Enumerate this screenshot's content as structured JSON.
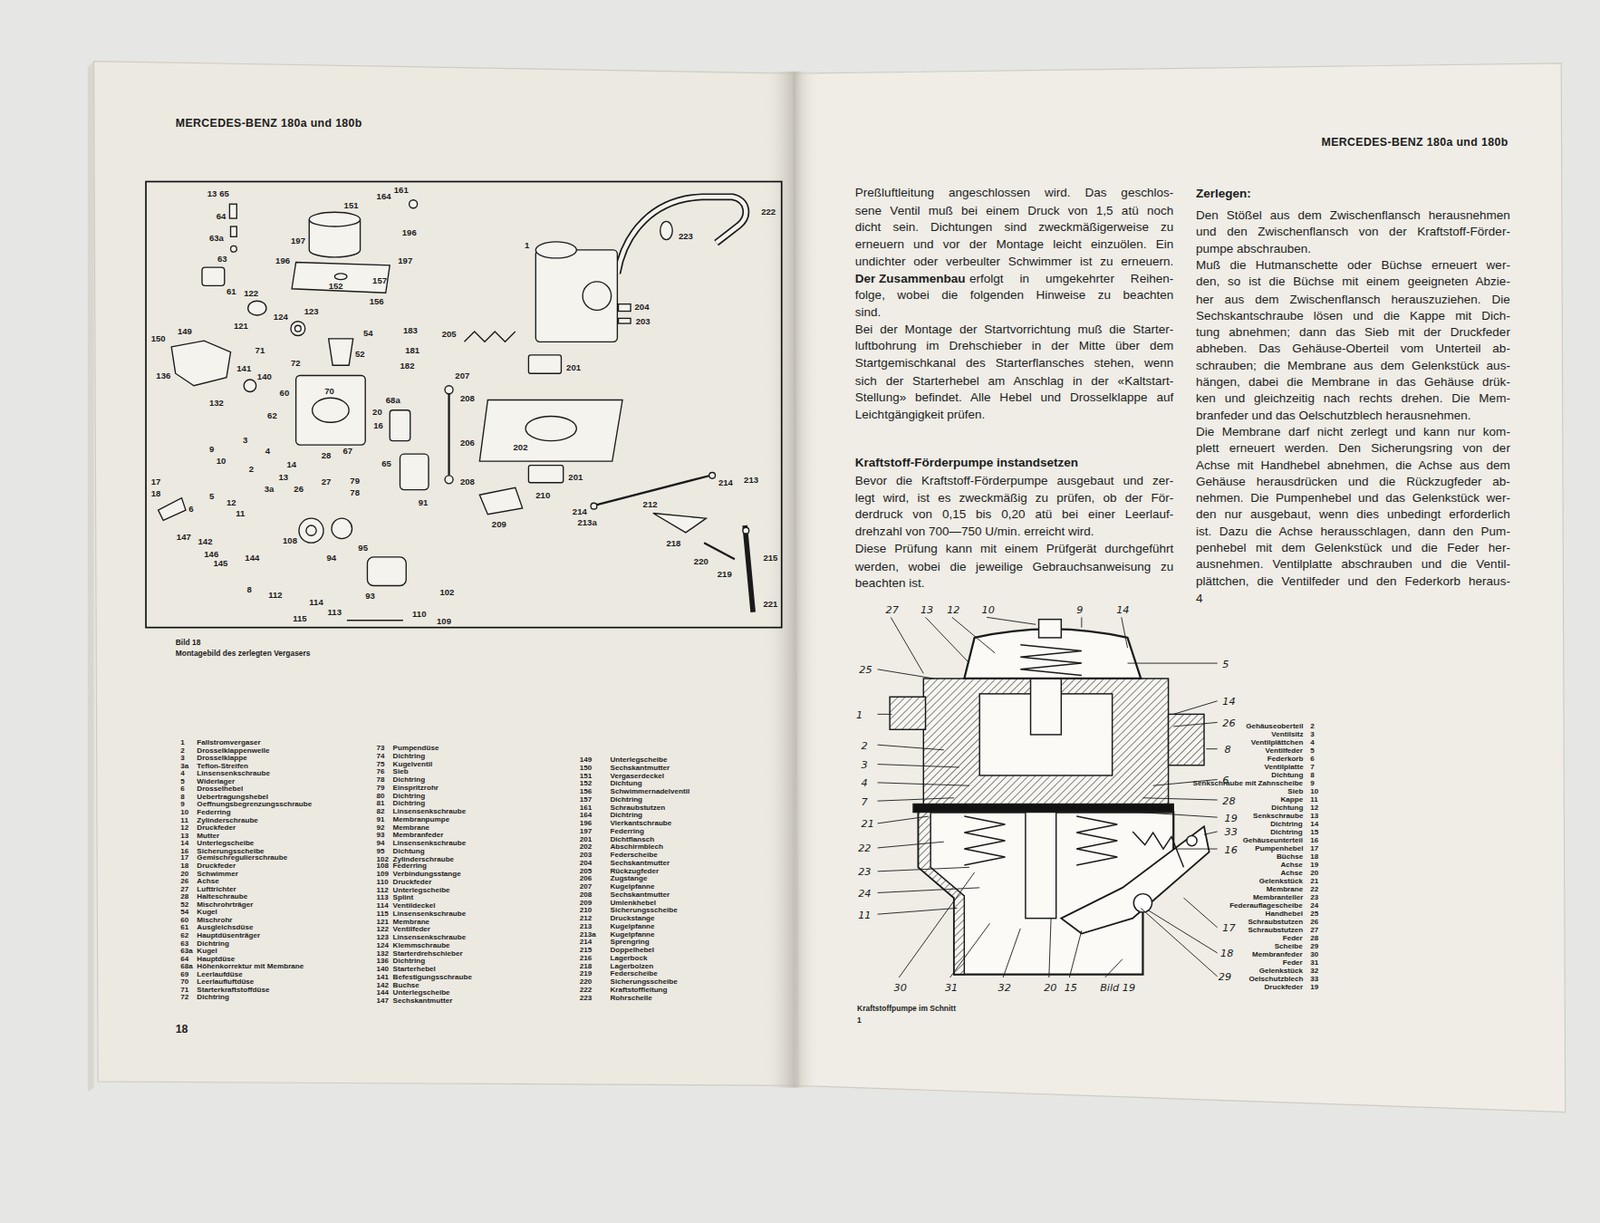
{
  "diagram": {
    "labels": [
      "MERCEDES-BENZ 180a und 180b",
      "13",
      "65",
      "64",
      "63a",
      "63",
      "61",
      "122",
      "121",
      "124",
      "123",
      "150",
      "149",
      "136",
      "141",
      "132",
      "140",
      "151",
      "164",
      "161",
      "197",
      "196",
      "196",
      "197",
      "152",
      "157",
      "156",
      "54",
      "71",
      "72",
      "52",
      "183",
      "181",
      "182",
      "70",
      "60",
      "20",
      "62",
      "16",
      "68a",
      "9",
      "10",
      "3",
      "4",
      "28",
      "67",
      "65",
      "14",
      "13",
      "2",
      "3a",
      "26",
      "27",
      "79",
      "78",
      "91",
      "17",
      "18",
      "6",
      "5",
      "12",
      "11",
      "147",
      "142",
      "146",
      "145",
      "144",
      "108",
      "94",
      "95",
      "93",
      "102",
      "8",
      "112",
      "115",
      "114",
      "113",
      "110",
      "109",
      "1",
      "222",
      "223",
      "204",
      "203",
      "205",
      "201",
      "207",
      "208",
      "206",
      "202",
      "201",
      "208",
      "210",
      "209",
      "214",
      "213a",
      "212",
      "214",
      "213",
      "218",
      "220",
      "219",
      "215",
      "221",
      "Bild 18",
      "Montagebild des zerlegten Vergasers",
      "1",
      "Fallstromvergaser",
      "2",
      "Drosselklappenwelle",
      "3",
      "Drosselklappe",
      "3a",
      "Teflon-Streifen",
      "4",
      "Linsensenkschraube",
      "5",
      "Widerlager",
      "6",
      "Drosselhebel",
      "8",
      "Uebertragungshebel",
      "9",
      "Oeffnungsbegrenzungsschraube",
      "10",
      "Federring",
      "11",
      "Zylinderschraube",
      "12",
      "Druckfeder",
      "13",
      "Mutter",
      "14",
      "Unterlegscheibe",
      "16",
      "Sicherungsscheibe",
      "17",
      "Gemischregulierschraube",
      "18",
      "Druckfeder",
      "20",
      "Schwimmer",
      "26",
      "Achse",
      "27",
      "Lufttrichter",
      "28",
      "Halteschraube",
      "52",
      "Mischrohrträger",
      "54",
      "Kugel",
      "60",
      "Mischrohr",
      "61",
      "Ausgleichsdüse",
      "62",
      "Hauptdüsenträger",
      "63",
      "Dichtring",
      "63a",
      "Kugel",
      "64",
      "Hauptdüse",
      "68a",
      "Höhenkorrektur mit Membrane",
      "69",
      "Leerlaufdüse",
      "70",
      "Leerlaufluftdüse",
      "71",
      "Starterkraftstoffdüse",
      "72",
      "Dichtring",
      "73",
      "Pumpendüse",
      "74",
      "Dichtring",
      "75",
      "Kugelventil",
      "76",
      "Sieb",
      "78",
      "Dichtring",
      "79",
      "Einspritzrohr",
      "80",
      "Dichtring",
      "81",
      "Dichtring",
      "82",
      "Linsensenkschraube",
      "91",
      "Membranpumpe",
      "92",
      "Membrane",
      "93",
      "Membranfeder",
      "94",
      "Linsensenkschraube",
      "95",
      "Dichtung",
      "102",
      "Zylinderschraube",
      "108",
      "Federring",
      "109",
      "Verbindungsstange",
      "110",
      "Druckfeder",
      "112",
      "Unterlegscheibe",
      "113",
      "Splint",
      "114",
      "Ventildeckel",
      "115",
      "Linsensenkschraube",
      "121",
      "Membrane",
      "122",
      "Ventilfeder",
      "123",
      "Linsensenkschraube",
      "124",
      "Klemmschraube",
      "132",
      "Starterdrehschieber",
      "136",
      "Dichtring",
      "140",
      "Starterhebel",
      "141",
      "Befestigungsschraube",
      "142",
      "Buchse",
      "144",
      "Unterlegscheibe",
      "147",
      "Sechskantmutter",
      "149",
      "Unterlegscheibe",
      "150",
      "Sechskantmutter",
      "151",
      "Vergaserdeckel",
      "152",
      "Dichtung",
      "156",
      "Schwimmernadelventil",
      "157",
      "Dichtring",
      "161",
      "Schraubstutzen",
      "164",
      "Dichtring",
      "196",
      "Vierkantschraube",
      "197",
      "Federring",
      "201",
      "Dichtflansch",
      "202",
      "Abschirmblech",
      "203",
      "Federscheibe",
      "204",
      "Sechskantmutter",
      "205",
      "Rückzugfeder",
      "206",
      "Zugstange",
      "207",
      "Kugelpfanne",
      "208",
      "Sechskantmutter",
      "209",
      "Umlenkhebel",
      "210",
      "Sicherungsscheibe",
      "212",
      "Druckstange",
      "213",
      "Kugelpfanne",
      "213a",
      "Kugelpfanne",
      "214",
      "Sprengring",
      "215",
      "Doppelhebel",
      "216",
      "Lagerbock",
      "218",
      "Lagerbolzen",
      "219",
      "Federscheibe",
      "220",
      "Sicherungsscheibe",
      "222",
      "Kraftstoffleitung",
      "223",
      "Rohrschelle",
      "18",
      "MERCEDES-BENZ 180a und 180b",
      "Preßluftleitung angeschlossen wird. Das geschlos-",
      "sene Ventil muß bei einem Druck von 1,5 atü noch",
      "dicht sein. Dichtungen sind zweckmäßigerweise zu",
      "erneuern und vor der Montage leicht einzuölen. Ein",
      "undichter oder verbeulter Schwimmer ist zu erneuern.",
      "Der Zusammenbau",
      "erfolgt in umgekehrter Reihen-",
      "folge, wobei die folgenden Hinweise zu beachten",
      "sind.",
      "Bei der Montage der Startvorrichtung muß die Starter-",
      "luftbohrung im Drehschieber in der Mitte über dem",
      "Startgemischkanal des Starterflansches stehen, wenn",
      "sich der Starterhebel am Anschlag in der «Kaltstart-",
      "Stellung» befindet. Alle Hebel und Drosselklappe auf",
      "Leichtgängigkeit prüfen.",
      "Kraftstoff-Förderpumpe instandsetzen",
      "Bevor die Kraftstoff-Förderpumpe ausgebaut und zer-",
      "legt wird, ist es zweckmäßig zu prüfen, ob der För-",
      "derdruck von 0,15 bis 0,20 atü bei einer Leerlauf-",
      "drehzahl von 700—750 U/min. erreicht wird.",
      "Diese Prüfung kann mit einem Prüfgerät durchgeführt",
      "werden, wobei die jeweilige Gebrauchsanweisung zu",
      "beachten ist.",
      "Zerlegen:",
      "Den Stößel aus dem Zwischenflansch herausnehmen",
      "und den Zwischenflansch von der Kraftstoff-Förder-",
      "pumpe abschrauben.",
      "Muß die Hutmanschette oder Büchse erneuert wer-",
      "den, so ist die Büchse mit einem geeigneten Abzie-",
      "her aus dem Zwischenflansch herauszuziehen. Die",
      "Sechskantschraube lösen und die Kappe mit Dich-",
      "tung abnehmen; dann das Sieb mit der Druckfeder",
      "abheben. Das Gehäuse-Oberteil vom Unterteil ab-",
      "schrauben; die Membrane aus dem Gelenkstück aus-",
      "hängen, dabei die Membrane in das Gehäuse drük-",
      "ken und gleichzeitig nach rechts drehen. Die Mem-",
      "branfeder und das Oelschutzblech herausnehmen.",
      "Die Membrane darf nicht zerlegt und kann nur kom-",
      "plett erneuert werden. Den Sicherungsring von der",
      "Achse mit Handhebel abnehmen, die Achse aus dem",
      "Gehäuse herausdrücken und die Rückzugfeder ab-",
      "nehmen. Die Pumpenhebel und das Gelenkstück wer-",
      "den nur ausgebaut, wenn dies unbedingt erforderlich",
      "ist. Dazu die Achse herausschlagen, dann den Pum-",
      "penhebel mit dem Gelenkstück und die Feder her-",
      "ausnehmen. Ventilplatte abschrauben und die Ventil-",
      "plättchen, die Ventilfeder und den Federkorb heraus-",
      "4",
      "27",
      "13",
      "12",
      "10",
      "9",
      "14",
      "25",
      "1",
      "2",
      "3",
      "4",
      "7",
      "21",
      "22",
      "23",
      "24",
      "11",
      "5",
      "14",
      "26",
      "8",
      "6",
      "28",
      "19",
      "33",
      "16",
      "17",
      "18",
      "29",
      "30",
      "31",
      "32",
      "20",
      "15",
      "Bild 19",
      "Kraftstoffpumpe im Schnitt",
      "1",
      "Gehäuseoberteil",
      "2",
      "Ventilsitz",
      "3",
      "Ventilplättchen",
      "4",
      "Ventilfeder",
      "5",
      "Federkorb",
      "6",
      "Ventilplatte",
      "7",
      "Dichtung",
      "8",
      "Senkschraube mit Zahnscheibe",
      "9",
      "Sieb",
      "10",
      "Kappe",
      "11",
      "Dichtung",
      "12",
      "Senkschraube",
      "13",
      "Dichtring",
      "14",
      "Dichtring",
      "15",
      "Gehäuseunterteil",
      "16",
      "Pumpenhebel",
      "17",
      "Büchse",
      "18",
      "Achse",
      "19",
      "Achse",
      "20",
      "Gelenkstück",
      "21",
      "Membrane",
      "22",
      "Membranteller",
      "23",
      "Federauflagescheibe",
      "24",
      "Handhebel",
      "25",
      "Schraubstutzen",
      "26",
      "Schraubstutzen",
      "27",
      "Feder",
      "28",
      "Scheibe",
      "29",
      "Membranfeder",
      "30",
      "Feder",
      "31",
      "Gelenkstück",
      "32",
      "Oelschutzblech",
      "33",
      "Druckfeder",
      "19"
    ]
  }
}
